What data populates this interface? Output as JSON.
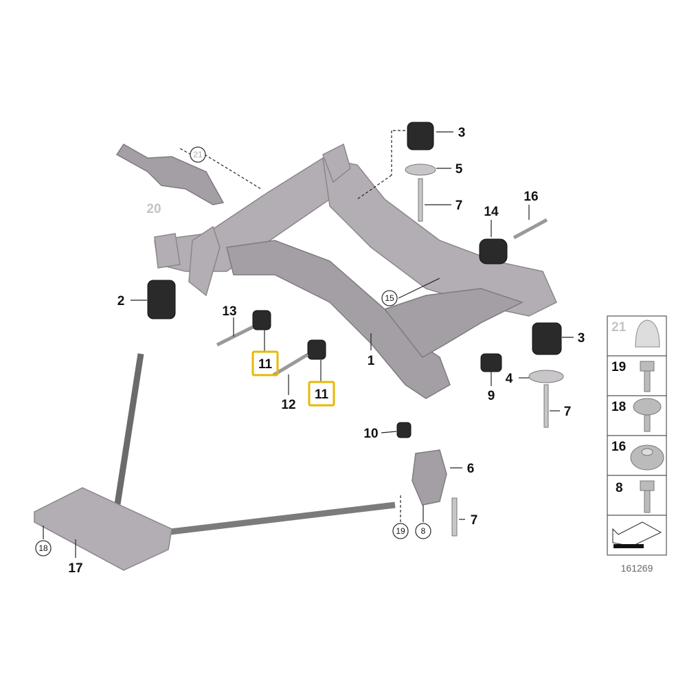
{
  "diagram": {
    "callouts": [
      "21",
      "20",
      "3",
      "5",
      "7",
      "16",
      "14",
      "2",
      "13",
      "11",
      "11",
      "1",
      "15",
      "3",
      "4",
      "9",
      "7",
      "12",
      "10",
      "6",
      "7",
      "19",
      "8",
      "18",
      "17"
    ],
    "legend": [
      "21",
      "19",
      "18",
      "16",
      "8"
    ],
    "diagram_number": "161269",
    "highlight_color": "#e8b800"
  }
}
